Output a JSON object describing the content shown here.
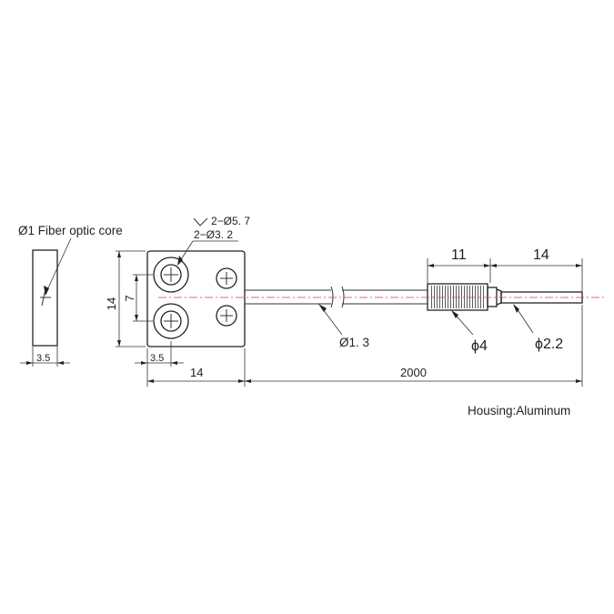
{
  "annotations": {
    "fiber_core": "Ø1 Fiber optic core",
    "counterbore": "2−Ø5. 7",
    "thru_hole": "2−Ø3. 2",
    "cable_dia": "Ø1. 3",
    "sleeve_dia": "ϕ4",
    "tip_dia": "ϕ2.2",
    "housing": "Housing:Aluminum"
  },
  "dimensions": {
    "side_width": "3.5",
    "hole_offset": "3.5",
    "body_height": "14",
    "hole_pitch": "7",
    "body_width": "14",
    "cable_length": "2000",
    "sleeve_length": "11",
    "tip_length": "14"
  },
  "colors": {
    "line": "#333333",
    "centerline": "#ee3333"
  }
}
